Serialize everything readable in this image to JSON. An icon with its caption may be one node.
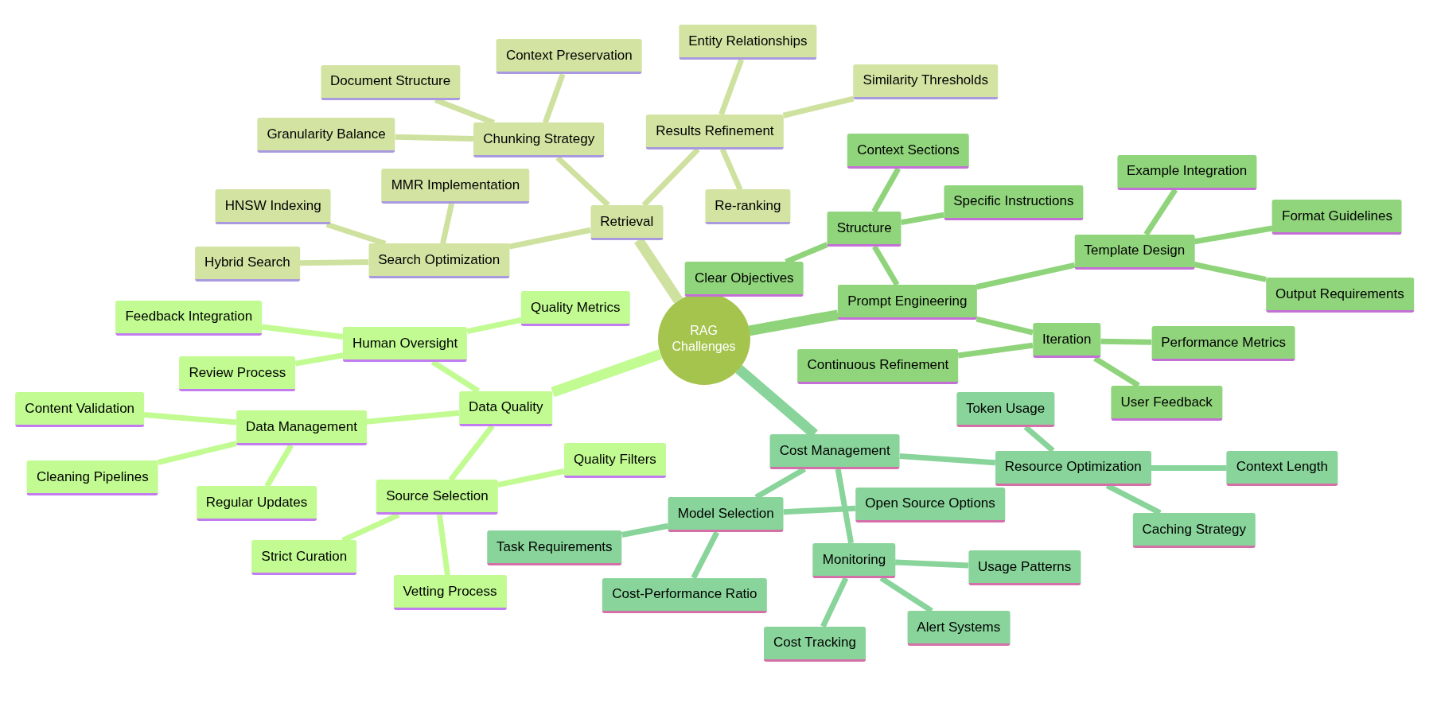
{
  "diagram": {
    "nodes": [
      {
        "text": [
          "RAG Challenges"
        ]
      },
      {
        "text": [
          "Retrieval"
        ]
      },
      {
        "text": [
          "Chunking Strategy"
        ]
      },
      {
        "text": [
          "Context Preservation"
        ]
      },
      {
        "text": [
          "Document Structure"
        ]
      },
      {
        "text": [
          "Granularity Balance"
        ]
      },
      {
        "text": [
          "Results Refinement"
        ]
      },
      {
        "text": [
          "Entity Relationships"
        ]
      },
      {
        "text": [
          "Similarity Thresholds"
        ]
      },
      {
        "text": [
          "Re-ranking"
        ]
      },
      {
        "text": [
          "Search Optimization"
        ]
      },
      {
        "text": [
          "MMR Implementation"
        ]
      },
      {
        "text": [
          "HNSW Indexing"
        ]
      },
      {
        "text": [
          "Hybrid Search"
        ]
      },
      {
        "text": [
          "Prompt Engineering"
        ]
      },
      {
        "text": [
          "Structure"
        ]
      },
      {
        "text": [
          "Context Sections"
        ]
      },
      {
        "text": [
          "Specific Instructions"
        ]
      },
      {
        "text": [
          "Clear Objectives"
        ]
      },
      {
        "text": [
          "Template Design"
        ]
      },
      {
        "text": [
          "Example Integration"
        ]
      },
      {
        "text": [
          "Format Guidelines"
        ]
      },
      {
        "text": [
          "Output Requirements"
        ]
      },
      {
        "text": [
          "Iteration"
        ]
      },
      {
        "text": [
          "Continuous Refinement"
        ]
      },
      {
        "text": [
          "Performance Metrics"
        ]
      },
      {
        "text": [
          "User Feedback"
        ]
      },
      {
        "text": [
          "Cost Management"
        ]
      },
      {
        "text": [
          "Resource Optimization"
        ]
      },
      {
        "text": [
          "Token Usage"
        ]
      },
      {
        "text": [
          "Context Length"
        ]
      },
      {
        "text": [
          "Caching Strategy"
        ]
      },
      {
        "text": [
          "Model Selection"
        ]
      },
      {
        "text": [
          "Task Requirements"
        ]
      },
      {
        "text": [
          "Cost-Performance Ratio"
        ]
      },
      {
        "text": [
          "Open Source Options"
        ]
      },
      {
        "text": [
          "Monitoring"
        ]
      },
      {
        "text": [
          "Usage Patterns"
        ]
      },
      {
        "text": [
          "Alert Systems"
        ]
      },
      {
        "text": [
          "Cost Tracking"
        ]
      },
      {
        "text": [
          "Data Quality"
        ]
      },
      {
        "text": [
          "Human Oversight"
        ]
      },
      {
        "text": [
          "Quality Metrics"
        ]
      },
      {
        "text": [
          "Feedback Integration"
        ]
      },
      {
        "text": [
          "Review Process"
        ]
      },
      {
        "text": [
          "Data Management"
        ]
      },
      {
        "text": [
          "Content Validation"
        ]
      },
      {
        "text": [
          "Cleaning Pipelines"
        ]
      },
      {
        "text": [
          "Regular Updates"
        ]
      },
      {
        "text": [
          "Source Selection"
        ]
      },
      {
        "text": [
          "Quality Filters"
        ]
      },
      {
        "text": [
          "Strict Curation"
        ]
      },
      {
        "text": [
          "Vetting Process"
        ]
      }
    ],
    "edges": [
      {
        "from": 0,
        "to": 1,
        "arrow": "none",
        "style": "thick",
        "color": "#cfe19f"
      },
      {
        "from": 1,
        "to": 2,
        "arrow": "none",
        "color": "#cfe19f"
      },
      {
        "from": 2,
        "to": 3,
        "arrow": "none",
        "color": "#cfe19f"
      },
      {
        "from": 2,
        "to": 4,
        "arrow": "none",
        "color": "#cfe19f"
      },
      {
        "from": 2,
        "to": 5,
        "arrow": "none",
        "color": "#cfe19f"
      },
      {
        "from": 1,
        "to": 6,
        "arrow": "none",
        "color": "#cfe19f"
      },
      {
        "from": 6,
        "to": 7,
        "arrow": "none",
        "color": "#cfe19f"
      },
      {
        "from": 6,
        "to": 8,
        "arrow": "none",
        "color": "#cfe19f"
      },
      {
        "from": 6,
        "to": 9,
        "arrow": "none",
        "color": "#cfe19f"
      },
      {
        "from": 1,
        "to": 10,
        "arrow": "none",
        "color": "#cfe19f"
      },
      {
        "from": 10,
        "to": 11,
        "arrow": "none",
        "color": "#cfe19f"
      },
      {
        "from": 10,
        "to": 12,
        "arrow": "none",
        "color": "#cfe19f"
      },
      {
        "from": 10,
        "to": 13,
        "arrow": "none",
        "color": "#cfe19f"
      },
      {
        "from": 0,
        "to": 14,
        "arrow": "none",
        "style": "thick",
        "color": "#8fd47b"
      },
      {
        "from": 14,
        "to": 15,
        "arrow": "none",
        "color": "#8fd47b"
      },
      {
        "from": 15,
        "to": 16,
        "arrow": "none",
        "color": "#8fd47b"
      },
      {
        "from": 15,
        "to": 17,
        "arrow": "none",
        "color": "#8fd47b"
      },
      {
        "from": 15,
        "to": 18,
        "arrow": "none",
        "color": "#8fd47b"
      },
      {
        "from": 14,
        "to": 19,
        "arrow": "none",
        "color": "#8fd47b"
      },
      {
        "from": 19,
        "to": 20,
        "arrow": "none",
        "color": "#8fd47b"
      },
      {
        "from": 19,
        "to": 21,
        "arrow": "none",
        "color": "#8fd47b"
      },
      {
        "from": 19,
        "to": 22,
        "arrow": "none",
        "color": "#8fd47b"
      },
      {
        "from": 14,
        "to": 23,
        "arrow": "none",
        "color": "#8fd47b"
      },
      {
        "from": 23,
        "to": 24,
        "arrow": "none",
        "color": "#8fd47b"
      },
      {
        "from": 23,
        "to": 25,
        "arrow": "none",
        "color": "#8fd47b"
      },
      {
        "from": 23,
        "to": 26,
        "arrow": "none",
        "color": "#8fd47b"
      },
      {
        "from": 0,
        "to": 27,
        "arrow": "none",
        "style": "thick",
        "color": "#88d49a"
      },
      {
        "from": 27,
        "to": 28,
        "arrow": "none",
        "color": "#88d49a"
      },
      {
        "from": 28,
        "to": 29,
        "arrow": "none",
        "color": "#88d49a"
      },
      {
        "from": 28,
        "to": 30,
        "arrow": "none",
        "color": "#88d49a"
      },
      {
        "from": 28,
        "to": 31,
        "arrow": "none",
        "color": "#88d49a"
      },
      {
        "from": 27,
        "to": 32,
        "arrow": "none",
        "color": "#88d49a"
      },
      {
        "from": 32,
        "to": 33,
        "arrow": "none",
        "color": "#88d49a"
      },
      {
        "from": 32,
        "to": 34,
        "arrow": "none",
        "color": "#88d49a"
      },
      {
        "from": 32,
        "to": 35,
        "arrow": "none",
        "color": "#88d49a"
      },
      {
        "from": 27,
        "to": 36,
        "arrow": "none",
        "color": "#88d49a"
      },
      {
        "from": 36,
        "to": 37,
        "arrow": "none",
        "color": "#88d49a"
      },
      {
        "from": 36,
        "to": 38,
        "arrow": "none",
        "color": "#88d49a"
      },
      {
        "from": 36,
        "to": 39,
        "arrow": "none",
        "color": "#88d49a"
      },
      {
        "from": 0,
        "to": 40,
        "arrow": "none",
        "style": "thick",
        "color": "#c1fb91"
      },
      {
        "from": 40,
        "to": 41,
        "arrow": "none",
        "color": "#c1fb91"
      },
      {
        "from": 41,
        "to": 42,
        "arrow": "none",
        "color": "#c1fb91"
      },
      {
        "from": 41,
        "to": 43,
        "arrow": "none",
        "color": "#c1fb91"
      },
      {
        "from": 41,
        "to": 44,
        "arrow": "none",
        "color": "#c1fb91"
      },
      {
        "from": 40,
        "to": 45,
        "arrow": "none",
        "color": "#c1fb91"
      },
      {
        "from": 45,
        "to": 46,
        "arrow": "none",
        "color": "#c1fb91"
      },
      {
        "from": 45,
        "to": 47,
        "arrow": "none",
        "color": "#c1fb91"
      },
      {
        "from": 45,
        "to": 48,
        "arrow": "none",
        "color": "#c1fb91"
      },
      {
        "from": 40,
        "to": 49,
        "arrow": "none",
        "color": "#c1fb91"
      },
      {
        "from": 49,
        "to": 50,
        "arrow": "none",
        "color": "#c1fb91"
      },
      {
        "from": 49,
        "to": 51,
        "arrow": "none",
        "color": "#c1fb91"
      },
      {
        "from": 49,
        "to": 52,
        "arrow": "none",
        "color": "#c1fb91"
      }
    ]
  }
}
